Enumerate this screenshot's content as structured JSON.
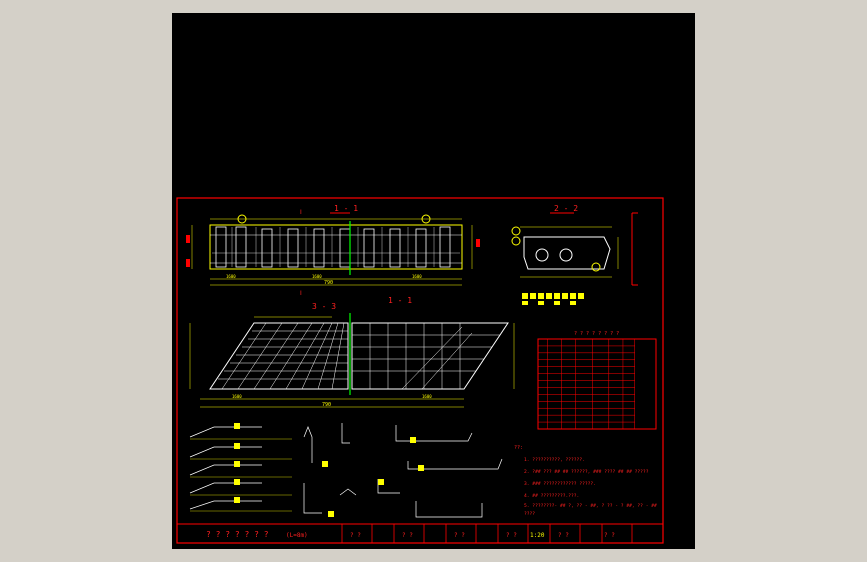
{
  "colors": {
    "border": "#ff0000",
    "dim": "#ffff00",
    "rebar": "#ffffff",
    "accent": "#00ff00",
    "paper": "#000000"
  },
  "sections": {
    "s11": "1 - 1",
    "s22": "2 - 2",
    "s33": "3 - 3",
    "s11b": "1 - 1"
  },
  "title_block": {
    "drawing_name": "? ? ? ? ? ? ?",
    "span": "(L=8m)",
    "cell_a": "? ?",
    "cell_b": "? ?",
    "cell_c": "? ?",
    "cell_d": "? ?",
    "scale": "1:20",
    "cell_e": "? ?",
    "cell_f": "? ?"
  },
  "table": {
    "title": "? ? ? ? ? ? ? ?",
    "rows": 13
  },
  "notes": {
    "heading": "??:",
    "lines": [
      "1. ??????????,  ??????.",
      "2. ?##  ??? ## ## ??????,  ### ???? ## ## ?????",
      "3. ### ????????????  ?????.",
      "4. ## ?????????.???.",
      "5. ????????- ## ?, ?? - ##, ? ?? - ? ##, ?? - ##",
      "   ????"
    ]
  },
  "dims": {
    "total_top": "790",
    "total_mid": "790",
    "bay": "1600"
  }
}
